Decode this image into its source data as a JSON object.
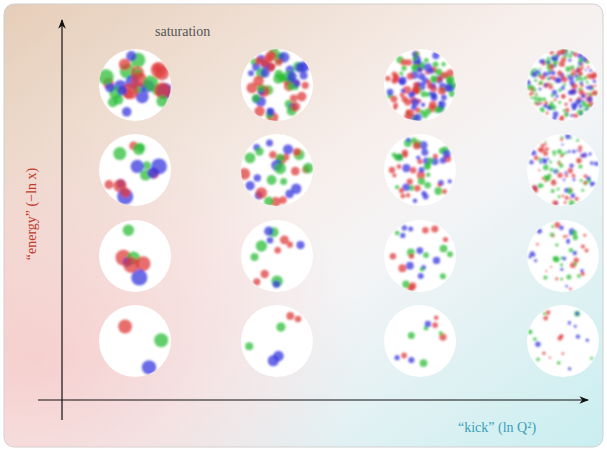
{
  "diagram": {
    "labels": [
      "saturation",
      "“energy” (−ln x)",
      "“kick” (ln Q²)"
    ]
  }
}
